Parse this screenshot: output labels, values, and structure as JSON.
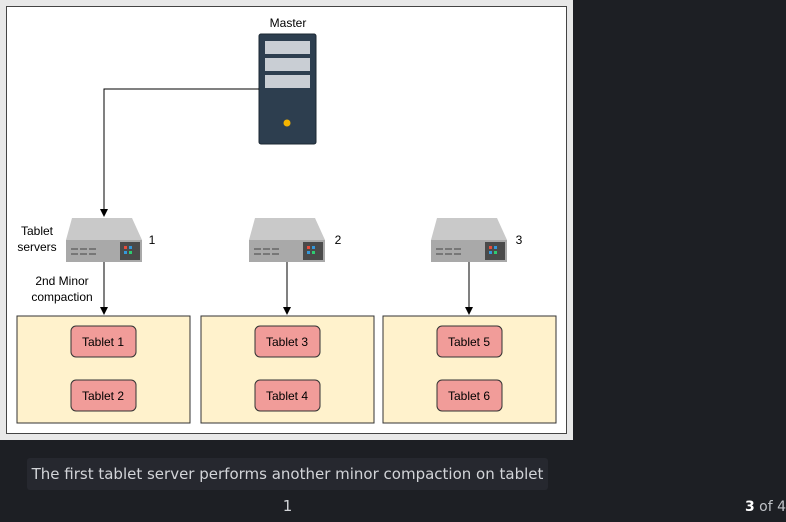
{
  "diagram": {
    "master_label": "Master",
    "tablet_servers_label_line1": "Tablet",
    "tablet_servers_label_line2": "servers",
    "servers": [
      {
        "number": "1"
      },
      {
        "number": "2"
      },
      {
        "number": "3"
      }
    ],
    "compaction_label_line1": "2nd Minor",
    "compaction_label_line2": "compaction",
    "tablets": [
      "Tablet 1",
      "Tablet 2",
      "Tablet 3",
      "Tablet 4",
      "Tablet 5",
      "Tablet 6"
    ],
    "colors": {
      "tablet_group_fill": "#fff2cc",
      "tablet_fill": "#f19c99",
      "master_body": "#2d3e4f",
      "master_led": "#f4b400"
    }
  },
  "caption": "The first tablet server performs another minor compaction on tablet 1",
  "pager": {
    "current": "3",
    "of_text": "of 4"
  }
}
